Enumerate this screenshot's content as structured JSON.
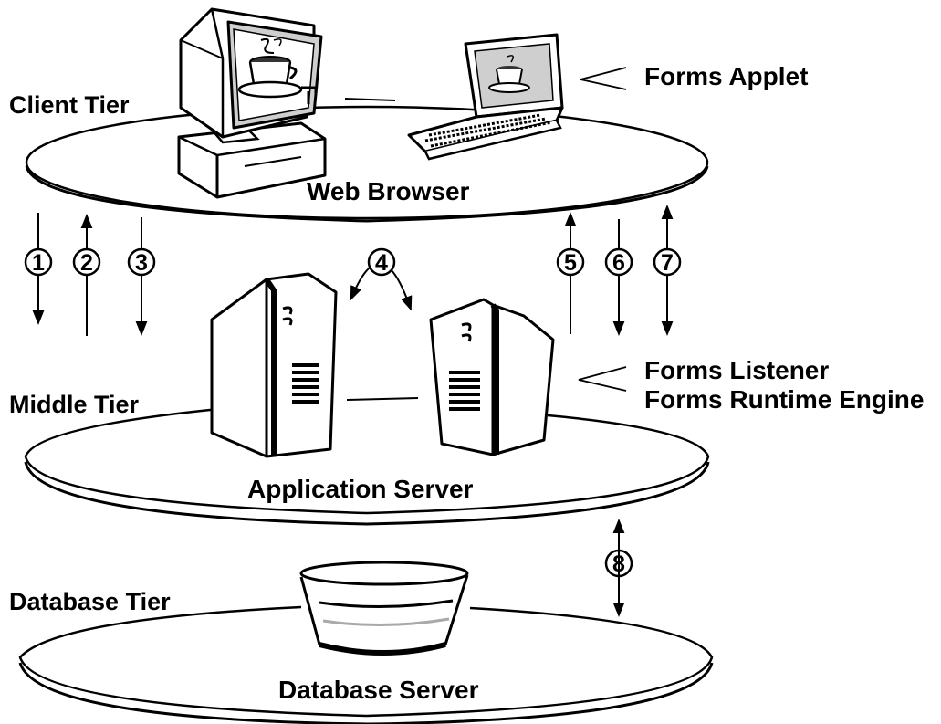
{
  "tiers": {
    "client": {
      "title": "Client Tier",
      "platform": "Web Browser"
    },
    "middle": {
      "title": "Middle Tier",
      "platform": "Application Server"
    },
    "database": {
      "title": "Database Tier",
      "platform": "Database Server"
    }
  },
  "callouts": {
    "client": [
      "Forms Applet"
    ],
    "middle": [
      "Forms Listener",
      "Forms Runtime Engine"
    ]
  },
  "steps": [
    "1",
    "2",
    "3",
    "4",
    "5",
    "6",
    "7",
    "8"
  ],
  "colors": {
    "ink": "#000000",
    "paper": "#ffffff",
    "monitor_screen": "#cfcfcf",
    "db_stripe": "#a9a9a9"
  },
  "icons": [
    "desktop-computer-icon",
    "laptop-computer-icon",
    "coffee-cup-icon",
    "server-tower-icon",
    "database-bucket-icon"
  ]
}
